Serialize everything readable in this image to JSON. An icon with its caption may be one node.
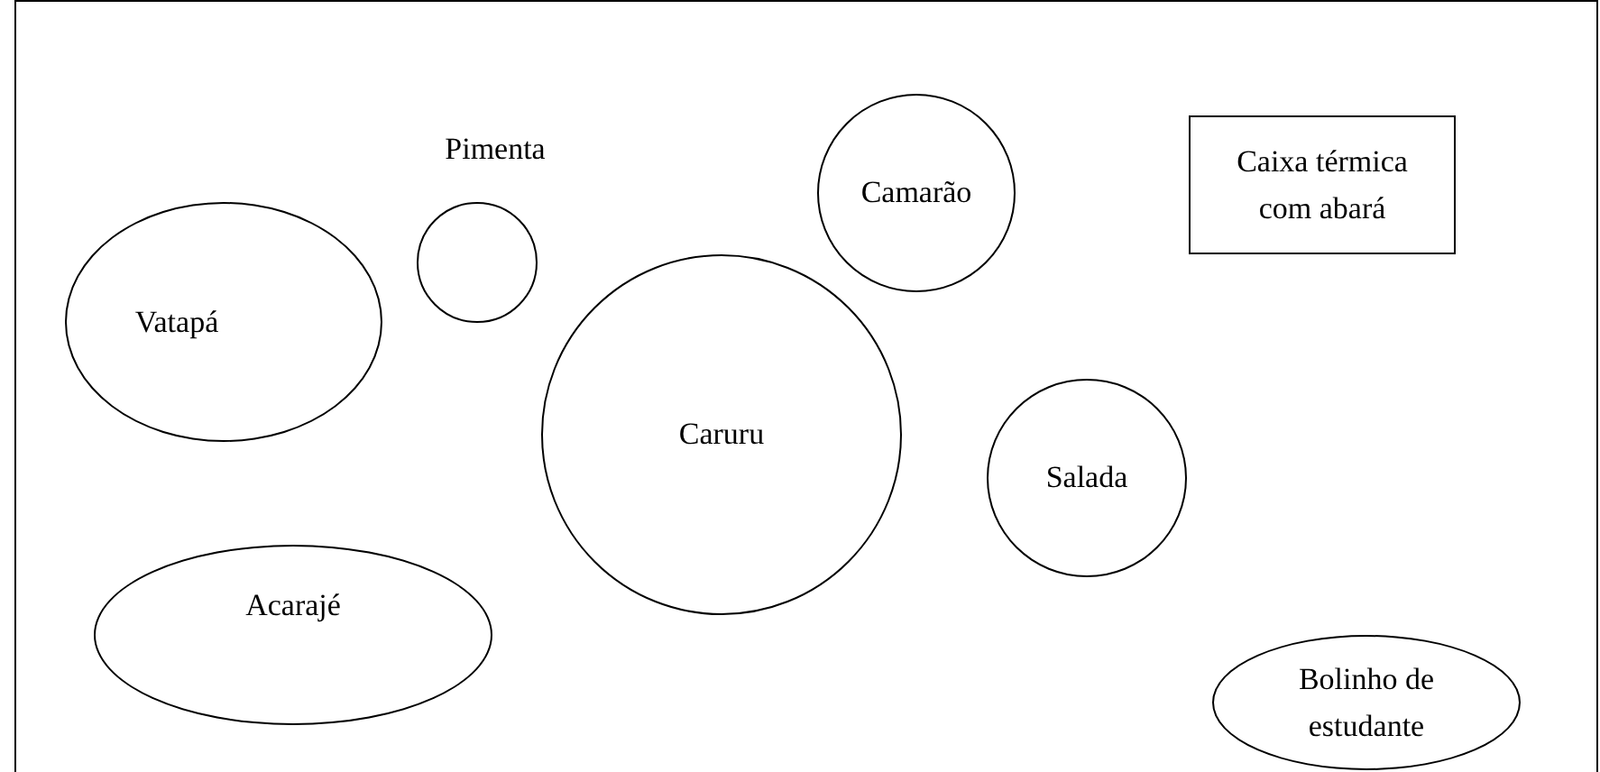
{
  "diagram": {
    "nodes": [
      {
        "text": [],
        "shape": "circle",
        "beside": [
          "Pimenta"
        ]
      },
      {
        "text": [
          "Camarão"
        ]
      },
      {
        "text": [
          "Caixa térmica com abará"
        ]
      },
      {
        "text": [
          "Vatapá"
        ]
      },
      {
        "text": [
          "Caruru"
        ]
      },
      {
        "text": [
          "Salada"
        ]
      },
      {
        "text": [
          "Acarajé"
        ]
      },
      {
        "text": [
          "Bolinho de estudante"
        ]
      }
    ]
  }
}
